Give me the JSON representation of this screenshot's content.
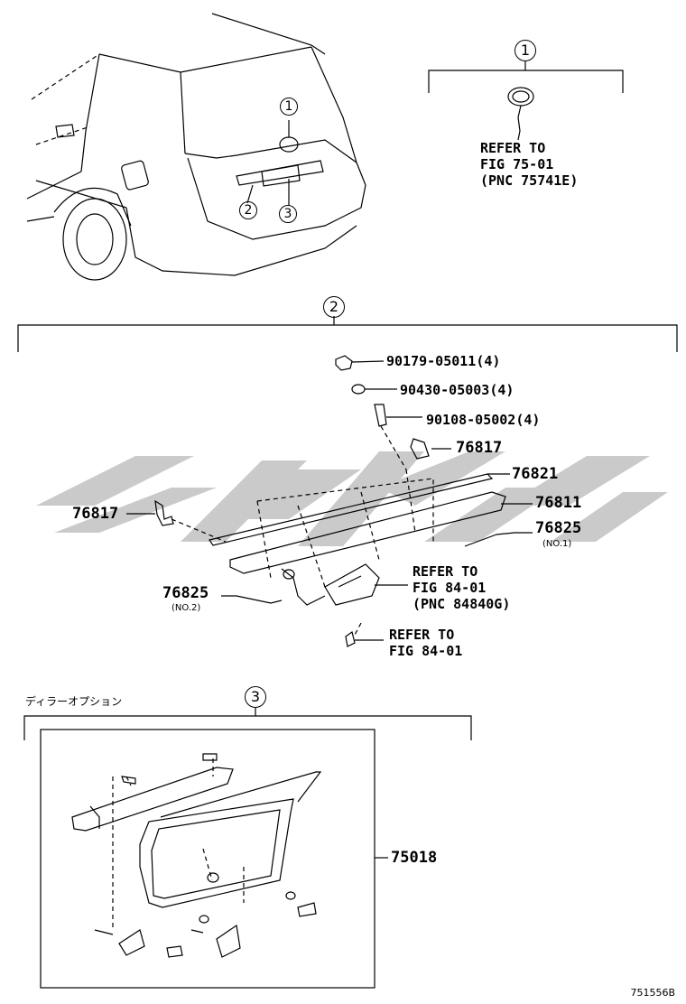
{
  "callouts": {
    "c1": "1",
    "c2": "2",
    "c3": "3",
    "car_c1": "1",
    "car_c2": "2",
    "car_c3": "3"
  },
  "section1": {
    "refer": [
      "REFER TO",
      "FIG 75-01",
      "(PNC 75741E)"
    ]
  },
  "section2": {
    "parts": {
      "p90179": "90179-05011(4)",
      "p90430": "90430-05003(4)",
      "p90108": "90108-05002(4)",
      "p76817_right": "76817",
      "p76821": "76821",
      "p76811": "76811",
      "p76825_right": "76825",
      "p76825_right_note": "(NO.1)",
      "p76817_left": "76817",
      "p76825_left": "76825",
      "p76825_left_note": "(NO.2)"
    },
    "refer_a": [
      "REFER TO",
      "FIG 84-01",
      "(PNC 84840G)"
    ],
    "refer_b": [
      "REFER TO",
      "FIG 84-01"
    ]
  },
  "section3": {
    "title": "ディラーオプション",
    "part": "75018"
  },
  "ref_code": "751556B",
  "colors": {
    "line": "#000000",
    "watermark": "#c8c8c8"
  }
}
